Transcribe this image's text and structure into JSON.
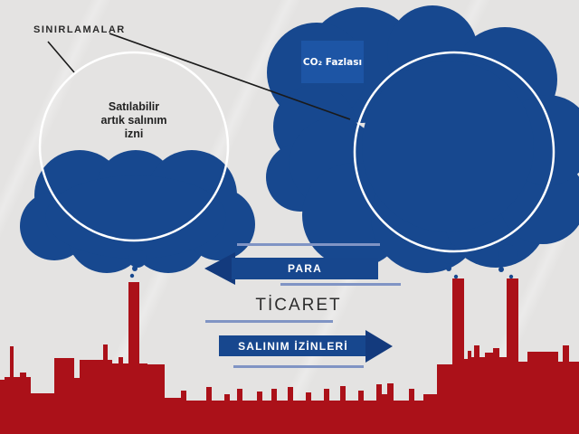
{
  "colors": {
    "background": "#e4e3e2",
    "cloud_blue": "#17488f",
    "co2_box_blue": "#1d55a5",
    "factory_red": "#ab1119",
    "arrow_blue": "#17478e",
    "arrow_head_blue": "#133a7d",
    "divider_line_blue": "#8094c4",
    "text_dark": "#2b2b2b",
    "circle_outline_white": "#ffffff"
  },
  "labels": {
    "caps": "SINIRLAMALAR",
    "sellable_permit_line1": "Satılabilir",
    "sellable_permit_line2": "artık salınım",
    "sellable_permit_line3": "izni",
    "co2_surplus": "CO₂ Fazlası",
    "money": "PARA",
    "trade": "TİCARET",
    "emission_permits": "SALINIM İZİNLERİ"
  }
}
